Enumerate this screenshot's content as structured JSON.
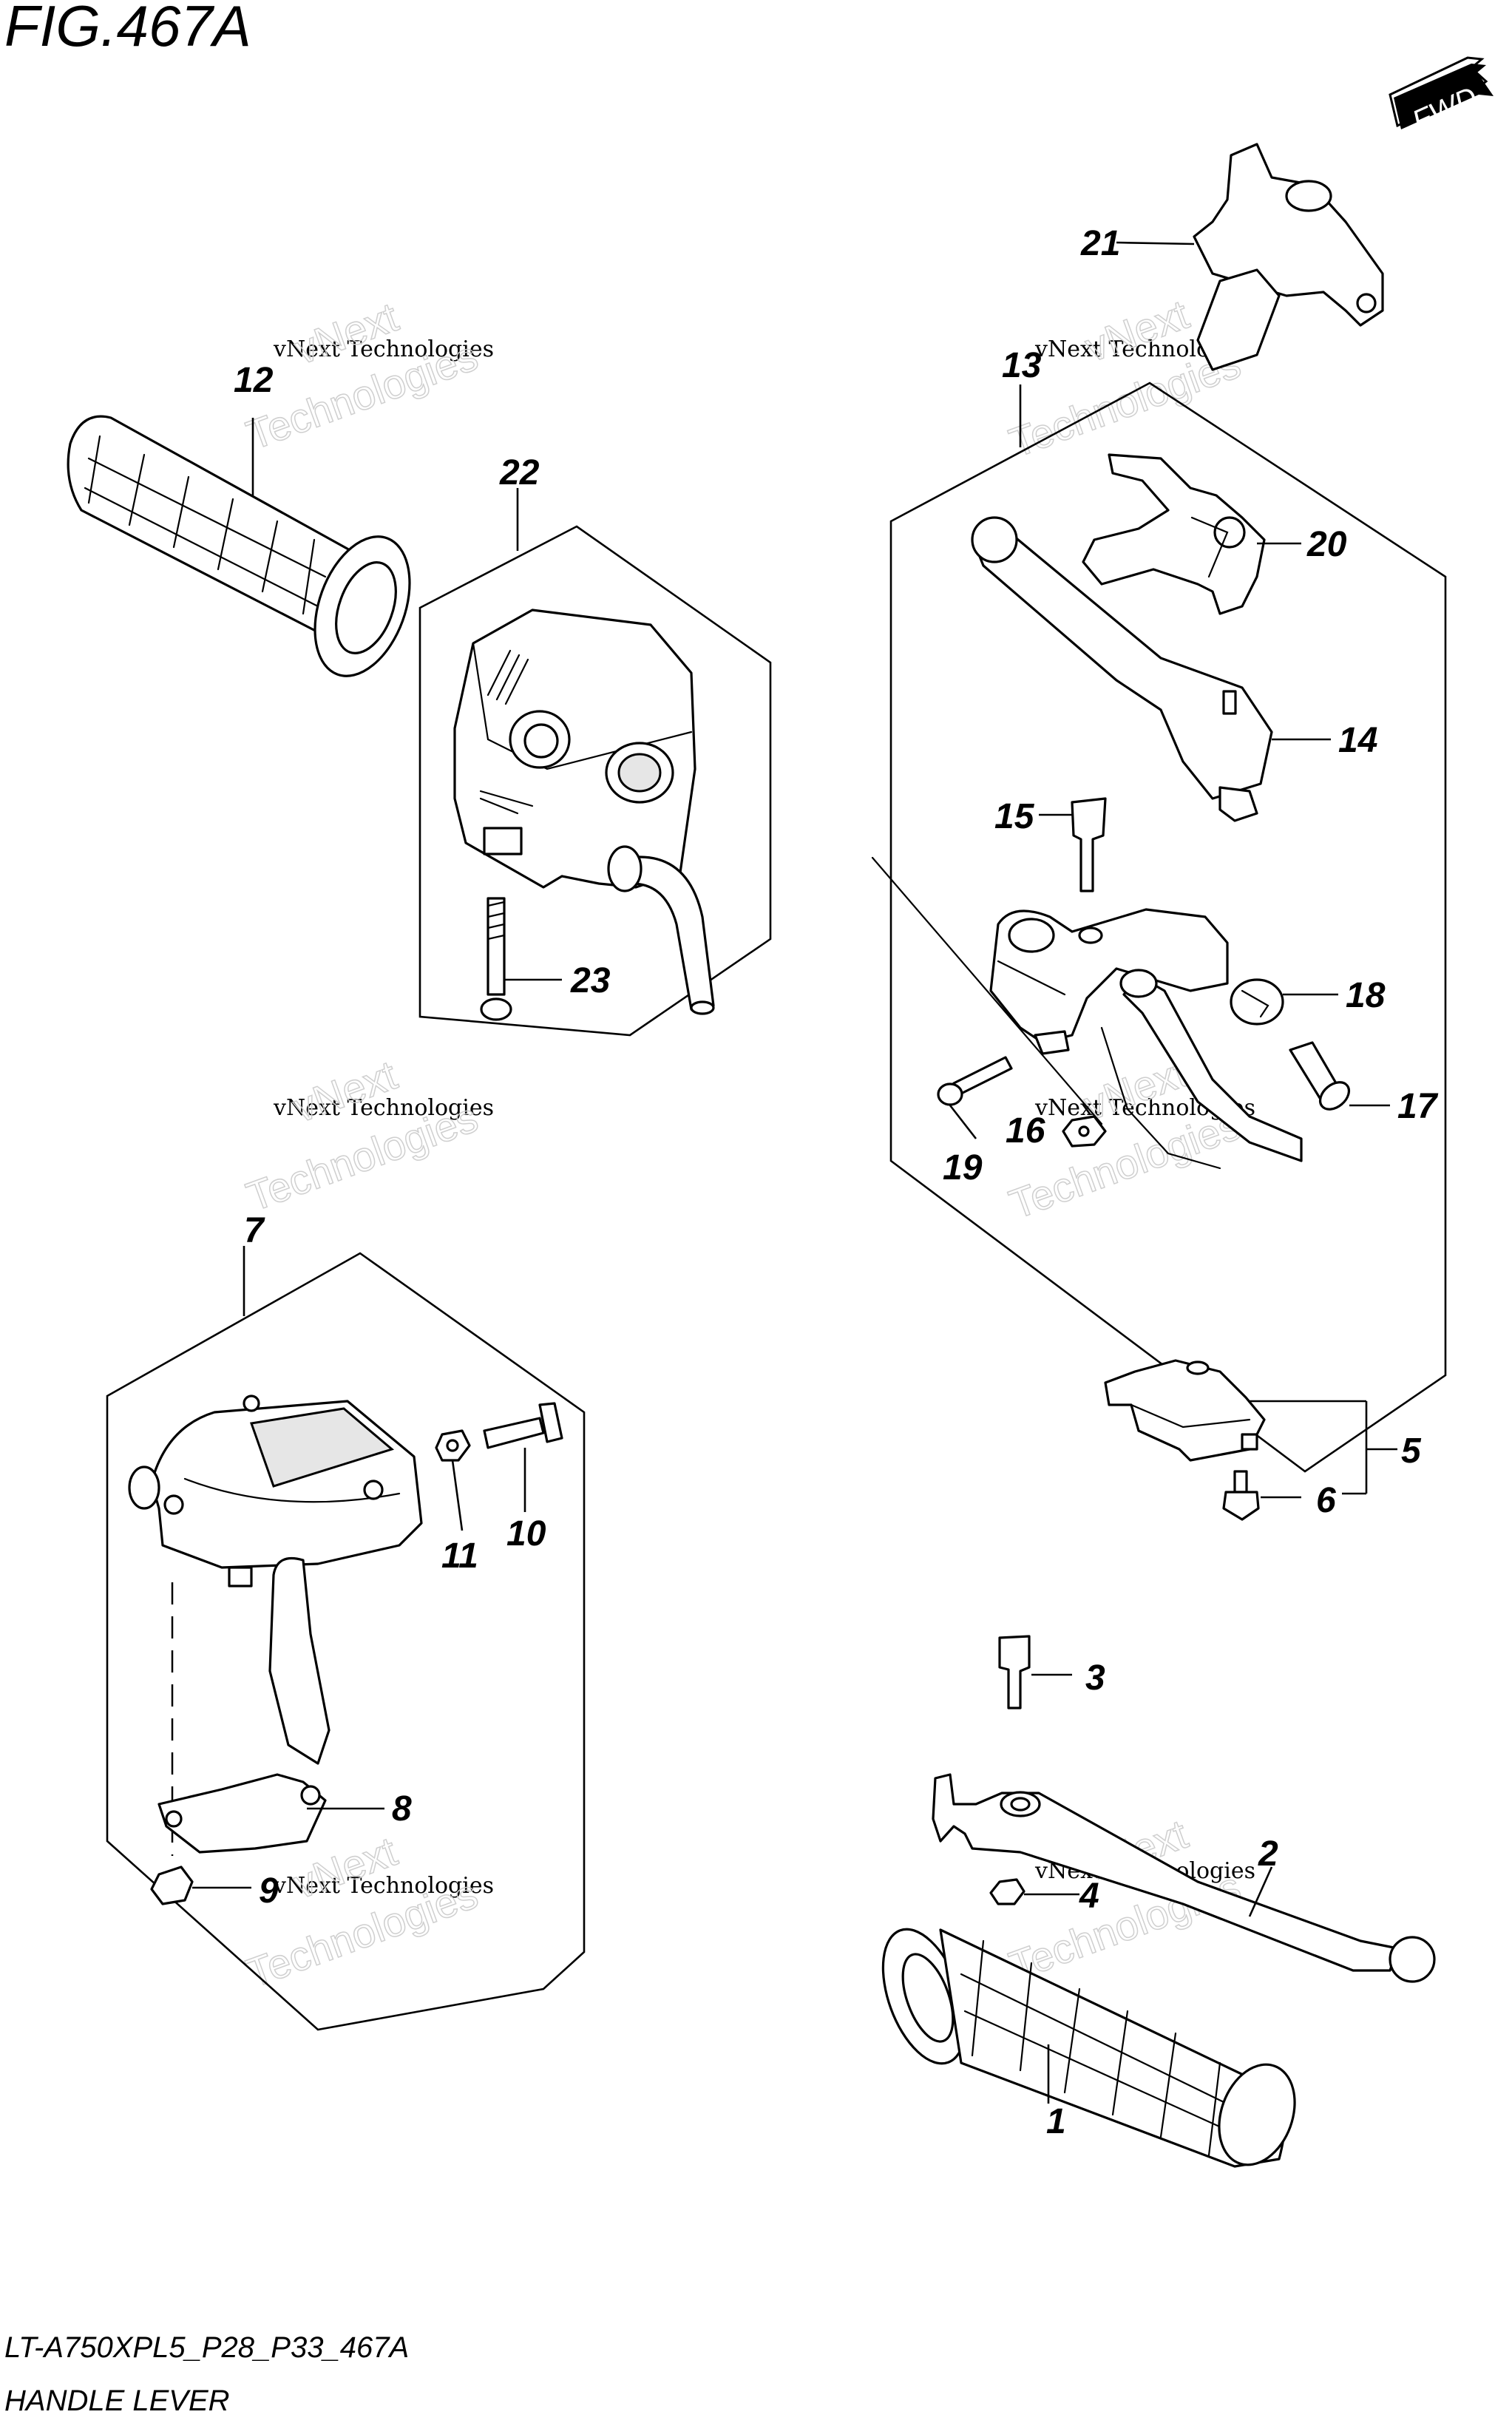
{
  "figure": {
    "title": "FIG.467A",
    "model_code": "LT-A750XPL5_P28_P33_467A",
    "section_name": "HANDLE LEVER",
    "direction_marker": "FWD"
  },
  "watermark": {
    "line1": "vNext Technologies",
    "line2": "vNext",
    "line3": "Technologies"
  },
  "callouts": {
    "c1": "1",
    "c2": "2",
    "c3": "3",
    "c4": "4",
    "c5": "5",
    "c6": "6",
    "c7": "7",
    "c8": "8",
    "c9": "9",
    "c10": "10",
    "c11": "11",
    "c12": "12",
    "c13": "13",
    "c14": "14",
    "c15": "15",
    "c16": "16",
    "c17": "17",
    "c18": "18",
    "c19": "19",
    "c20": "20",
    "c21": "21",
    "c22": "22",
    "c23": "23"
  }
}
